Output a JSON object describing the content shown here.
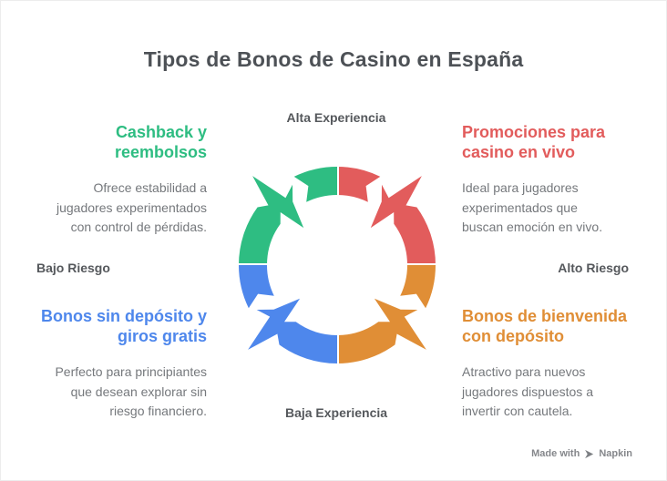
{
  "title": "Tipos de Bonos de Casino en España",
  "axes": {
    "top": "Alta Experiencia",
    "bottom": "Baja Experiencia",
    "left": "Bajo Riesgo",
    "right": "Alto Riesgo"
  },
  "quadrants": [
    {
      "id": "cashback",
      "position": "top-left",
      "heading": "Cashback y\nreembolsos",
      "description": "Ofrece estabilidad a\njugadores experimentados\ncon control de pérdidas.",
      "color": "#2ebd82"
    },
    {
      "id": "live-casino",
      "position": "top-right",
      "heading": "Promociones para\ncasino en vivo",
      "description": "Ideal para jugadores\nexperimentados que\nbuscan emoción en vivo.",
      "color": "#e25c5c"
    },
    {
      "id": "no-deposit",
      "position": "bottom-left",
      "heading": "Bonos sin depósito y\ngiros gratis",
      "description": "Perfecto para principiantes\nque desean explorar sin\nriesgo financiero.",
      "color": "#4e87ec"
    },
    {
      "id": "welcome-deposit",
      "position": "bottom-right",
      "heading": "Bonos de bienvenida\ncon depósito",
      "description": "Atractivo para nuevos\njugadores dispuestos a\ninvertir con cautela.",
      "color": "#e08e36"
    }
  ],
  "footer": {
    "made_with": "Made with",
    "brand": "Napkin"
  },
  "palette": {
    "green": "#2ebd82",
    "red": "#e25c5c",
    "blue": "#4e87ec",
    "orange": "#e08e36",
    "title_gray": "#4d5156",
    "axis_label_gray": "#55585c",
    "description_gray": "#75787c",
    "footer_gray": "#85878b",
    "background": "#ffffff"
  }
}
